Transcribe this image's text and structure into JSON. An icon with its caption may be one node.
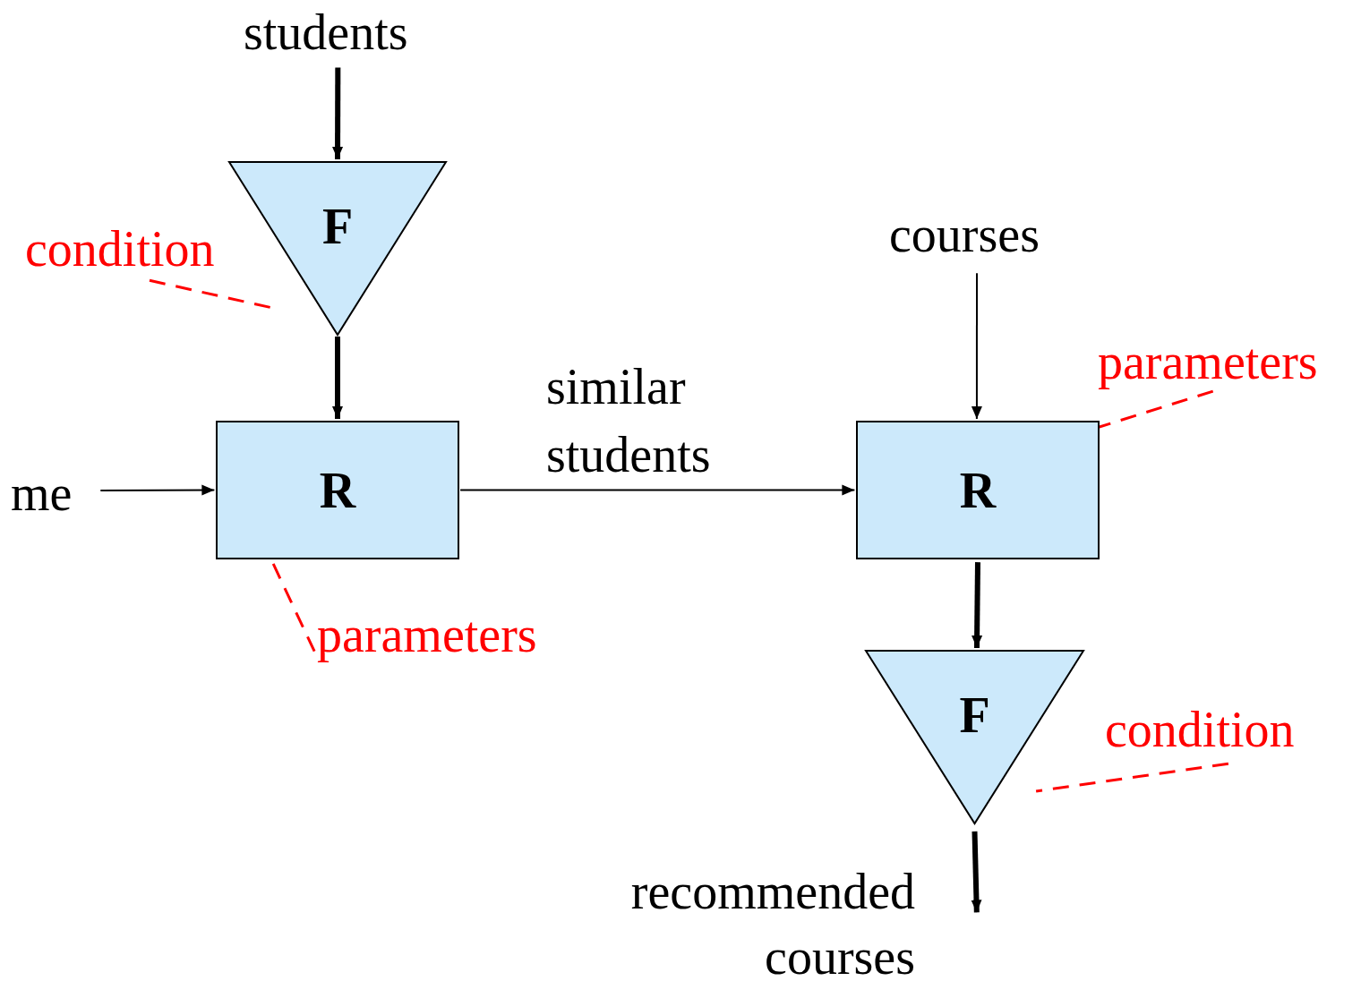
{
  "diagram": {
    "nodes": [
      {
        "text": [
          "students"
        ]
      },
      {
        "text": [
          "F"
        ]
      },
      {
        "text": [
          "condition"
        ]
      },
      {
        "text": [
          "me"
        ]
      },
      {
        "text": [
          "R"
        ]
      },
      {
        "text": [
          "parameters"
        ]
      },
      {
        "text": [
          "courses"
        ]
      },
      {
        "text": [
          "R"
        ]
      },
      {
        "text": [
          "parameters"
        ]
      },
      {
        "text": [
          "F"
        ]
      },
      {
        "text": [
          "condition"
        ]
      },
      {
        "text": [
          "recommended courses"
        ]
      }
    ],
    "edges": [
      {
        "from": 0,
        "to": 1,
        "arrow": "to",
        "style": "thick"
      },
      {
        "from": 2,
        "to": 1,
        "arrow": "none",
        "style": "dashed",
        "color": "#ff0000"
      },
      {
        "from": 1,
        "to": 4,
        "arrow": "to",
        "style": "thick"
      },
      {
        "from": 3,
        "to": 4,
        "arrow": "to"
      },
      {
        "from": 5,
        "to": 4,
        "arrow": "none",
        "style": "dashed",
        "color": "#ff0000"
      },
      {
        "from": 4,
        "to": 7,
        "arrow": "to",
        "label": "similar students"
      },
      {
        "from": 6,
        "to": 7,
        "arrow": "to"
      },
      {
        "from": 8,
        "to": 7,
        "arrow": "none",
        "style": "dashed",
        "color": "#ff0000"
      },
      {
        "from": 7,
        "to": 9,
        "arrow": "to",
        "style": "thick"
      },
      {
        "from": 10,
        "to": 9,
        "arrow": "none",
        "style": "dashed",
        "color": "#ff0000"
      },
      {
        "from": 9,
        "to": 11,
        "arrow": "to",
        "style": "thick"
      }
    ]
  }
}
